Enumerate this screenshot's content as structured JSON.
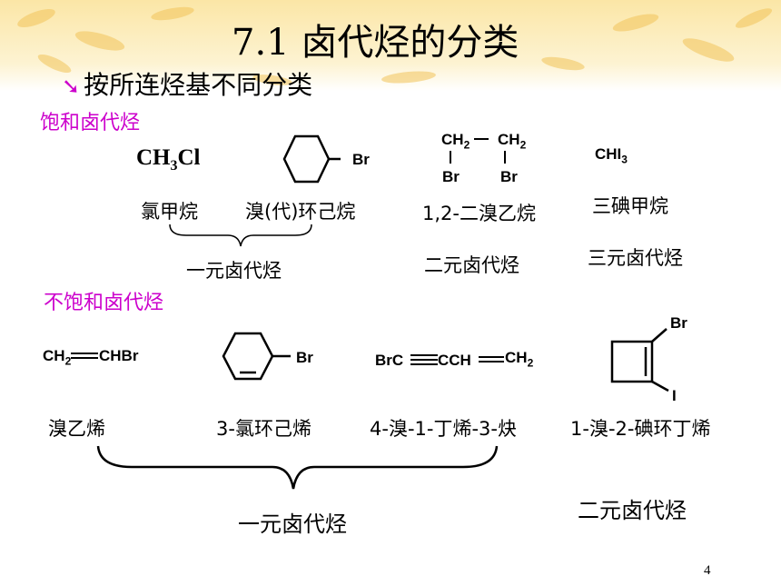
{
  "title": "7.1  卤代烃的分类",
  "bullet": "按所连烃基不同分类",
  "saturated": {
    "heading": "饱和卤代烃",
    "ch3cl": "CH3Cl",
    "br_label": "Br",
    "dibromo": {
      "ch2_left": "CH2",
      "ch2_right": "CH2",
      "br_left": "Br",
      "br_right": "Br"
    },
    "chi3": "CHI3",
    "names": [
      "氯甲烷",
      "溴(代)环己烷",
      "1,2-二溴乙烷",
      "三碘甲烷"
    ],
    "class_mono": "一元卤代烃",
    "class_di": "二元卤代烃",
    "class_tri": "三元卤代烃"
  },
  "unsaturated": {
    "heading": "不饱和卤代烃",
    "vinyl_left": "CH2",
    "vinyl_right": "CHBr",
    "cyclohexene_br": "Br",
    "alkyne_left": "BrC",
    "alkyne_mid": "CCH",
    "alkyne_right": "CH2",
    "cyclobutene_br": "Br",
    "cyclobutene_i": "I",
    "names": [
      "溴乙烯",
      "3-氯环己烯",
      "4-溴-1-丁烯-3-炔",
      "1-溴-2-碘环丁烯"
    ],
    "class_mono": "一元卤代烃",
    "class_di": "二元卤代烃"
  },
  "page_number": "4"
}
